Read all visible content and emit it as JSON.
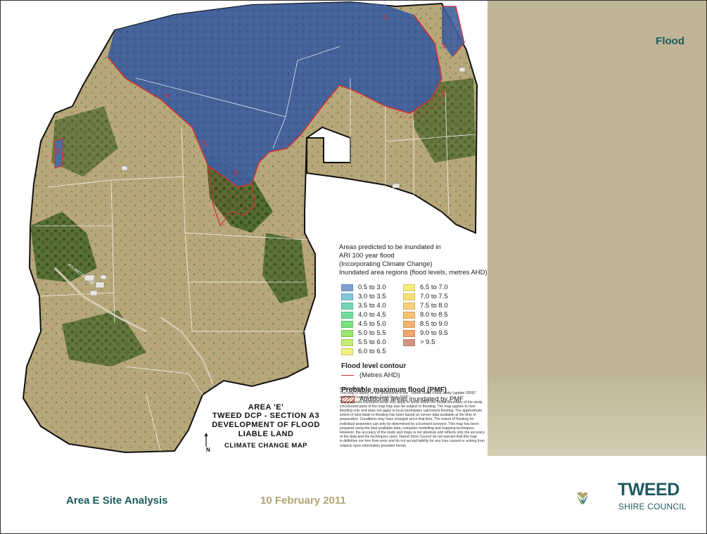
{
  "slide": {
    "section_title": "Flood",
    "footer_title": "Area E Site Analysis",
    "footer_date": "10 February 2011",
    "brand_color": "#1b5b5f",
    "side_panel_color": "#bfb596",
    "date_color": "#b2a571"
  },
  "logo": {
    "name": "TWEED",
    "subtitle": "SHIRE COUNCIL"
  },
  "map": {
    "title_lines": [
      "AREA 'E'",
      "TWEED DCP - SECTION A3",
      "DEVELOPMENT OF FLOOD",
      "LIABLE LAND"
    ],
    "subtitle": "CLIMATE CHANGE MAP",
    "north_label": "N",
    "road_label": "ATLANTIS LANE",
    "contour_labels": [
      "9.5",
      "9.5",
      "9.5",
      "9.5",
      "9.5",
      "9.5",
      "9.5"
    ]
  },
  "legend": {
    "heading_lines": [
      "Areas predicted to be inundated in",
      "ARI 100 year flood",
      "(Incorporating Climate Change)",
      "Inundated area regions (flood levels, metres AHD)"
    ],
    "ranges": [
      {
        "label": "0.5  to  3.0",
        "color": "#7e9fd2"
      },
      {
        "label": "3.0  to  3.5",
        "color": "#7ec7d8"
      },
      {
        "label": "3.5  to  4.0",
        "color": "#75d5b8"
      },
      {
        "label": "4.0  to  4.5",
        "color": "#6fdc9e"
      },
      {
        "label": "4.5  to  5.0",
        "color": "#78e07d"
      },
      {
        "label": "5.0  to  5.5",
        "color": "#97e66d"
      },
      {
        "label": "5.5  to  6.0",
        "color": "#c5ec6f"
      },
      {
        "label": "6.0  to  6.5",
        "color": "#eff07a"
      },
      {
        "label": "6.5  to  7.0",
        "color": "#f6ec7d"
      },
      {
        "label": "7.0  to  7.5",
        "color": "#f7e07b"
      },
      {
        "label": "7.5  to  8.0",
        "color": "#f8cf78"
      },
      {
        "label": "8.0  to  8.5",
        "color": "#f5c173"
      },
      {
        "label": "8.5  to  9.0",
        "color": "#f2b26d"
      },
      {
        "label": "9.0  to  9.5",
        "color": "#eea56b"
      },
      {
        "label": ">  9.5",
        "color": "#d49482"
      }
    ],
    "contour_heading": "Flood level contour",
    "contour_label": "(Metres AHD)",
    "pmf_heading": "Probable maximum flood (PMF)",
    "pmf_label": "Additional areas inundated by PMF"
  },
  "disclaimer": {
    "heading": "DISCLAIMER:",
    "lines": [
      "This map is based on the predictions of the \"Tweed Valley Flood Study (update 2009)\"",
      "and the \"Coastal Creeks Flood Study 2009\".",
      "The predicted inundated areas only apply to areas within the Model Boundary of the study.",
      "Uncoloured parts of the map may also be subject to flooding. The map applies to river",
      "flooding only and does not apply to local stormwater catchment flooding. The approximate",
      "extent of land liable to flooding has been based on survey data available at the time of",
      "preparation. Conditions may have changed since that time. The extent of flooding for",
      "individual properties can only be determined by a licensed surveyor. This map has been",
      "prepared using the best available data, computer modelling and mapping techniques.",
      "However, the accuracy of the study and maps is not absolute and reflects only the accuracy",
      "of the data and the techniques used. Tweed Shire Council do not warrant that this map",
      "is definitive nor free from error and do not accept liability for any loss caused or arising from",
      "reliance upon information provided herein."
    ]
  }
}
